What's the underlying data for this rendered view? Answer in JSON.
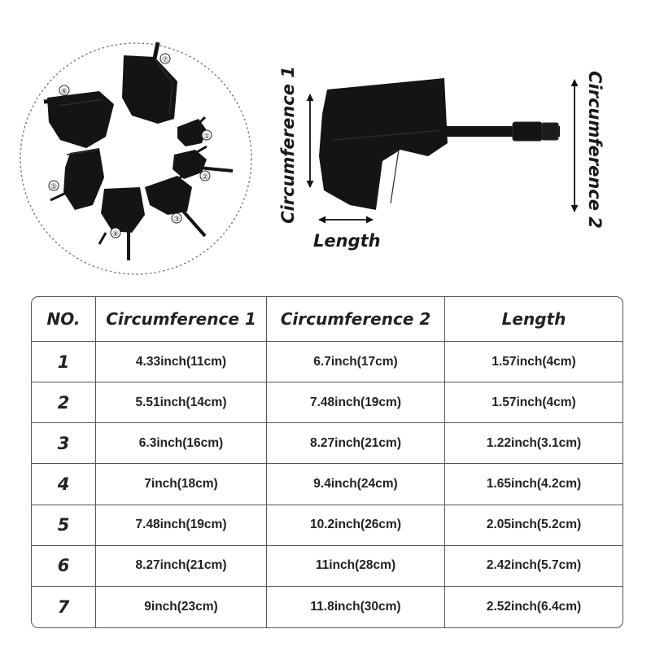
{
  "diagram": {
    "circumference_1_label": "Circumference 1",
    "circumference_2_label": "Circumference 2",
    "length_label": "Length",
    "size_markers": [
      "①",
      "②",
      "③",
      "④",
      "⑤",
      "⑥",
      "⑦"
    ]
  },
  "table": {
    "headers": [
      "NO.",
      "Circumference 1",
      "Circumference 2",
      "Length"
    ],
    "rows": [
      {
        "no": "1",
        "circumference_1": "4.33inch(11cm)",
        "circumference_2": "6.7inch(17cm)",
        "length": "1.57inch(4cm)"
      },
      {
        "no": "2",
        "circumference_1": "5.51inch(14cm)",
        "circumference_2": "7.48inch(19cm)",
        "length": "1.57inch(4cm)"
      },
      {
        "no": "3",
        "circumference_1": "6.3inch(16cm)",
        "circumference_2": "8.27inch(21cm)",
        "length": "1.22inch(3.1cm)"
      },
      {
        "no": "4",
        "circumference_1": "7inch(18cm)",
        "circumference_2": "9.4inch(24cm)",
        "length": "1.65inch(4.2cm)"
      },
      {
        "no": "5",
        "circumference_1": "7.48inch(19cm)",
        "circumference_2": "10.2inch(26cm)",
        "length": "2.05inch(5.2cm)"
      },
      {
        "no": "6",
        "circumference_1": "8.27inch(21cm)",
        "circumference_2": "11inch(28cm)",
        "length": "2.42inch(5.7cm)"
      },
      {
        "no": "7",
        "circumference_1": "9inch(23cm)",
        "circumference_2": "11.8inch(30cm)",
        "length": "2.52inch(6.4cm)"
      }
    ]
  },
  "colors": {
    "product": "#141414",
    "border": "#555555",
    "text": "#1a1a1a"
  }
}
